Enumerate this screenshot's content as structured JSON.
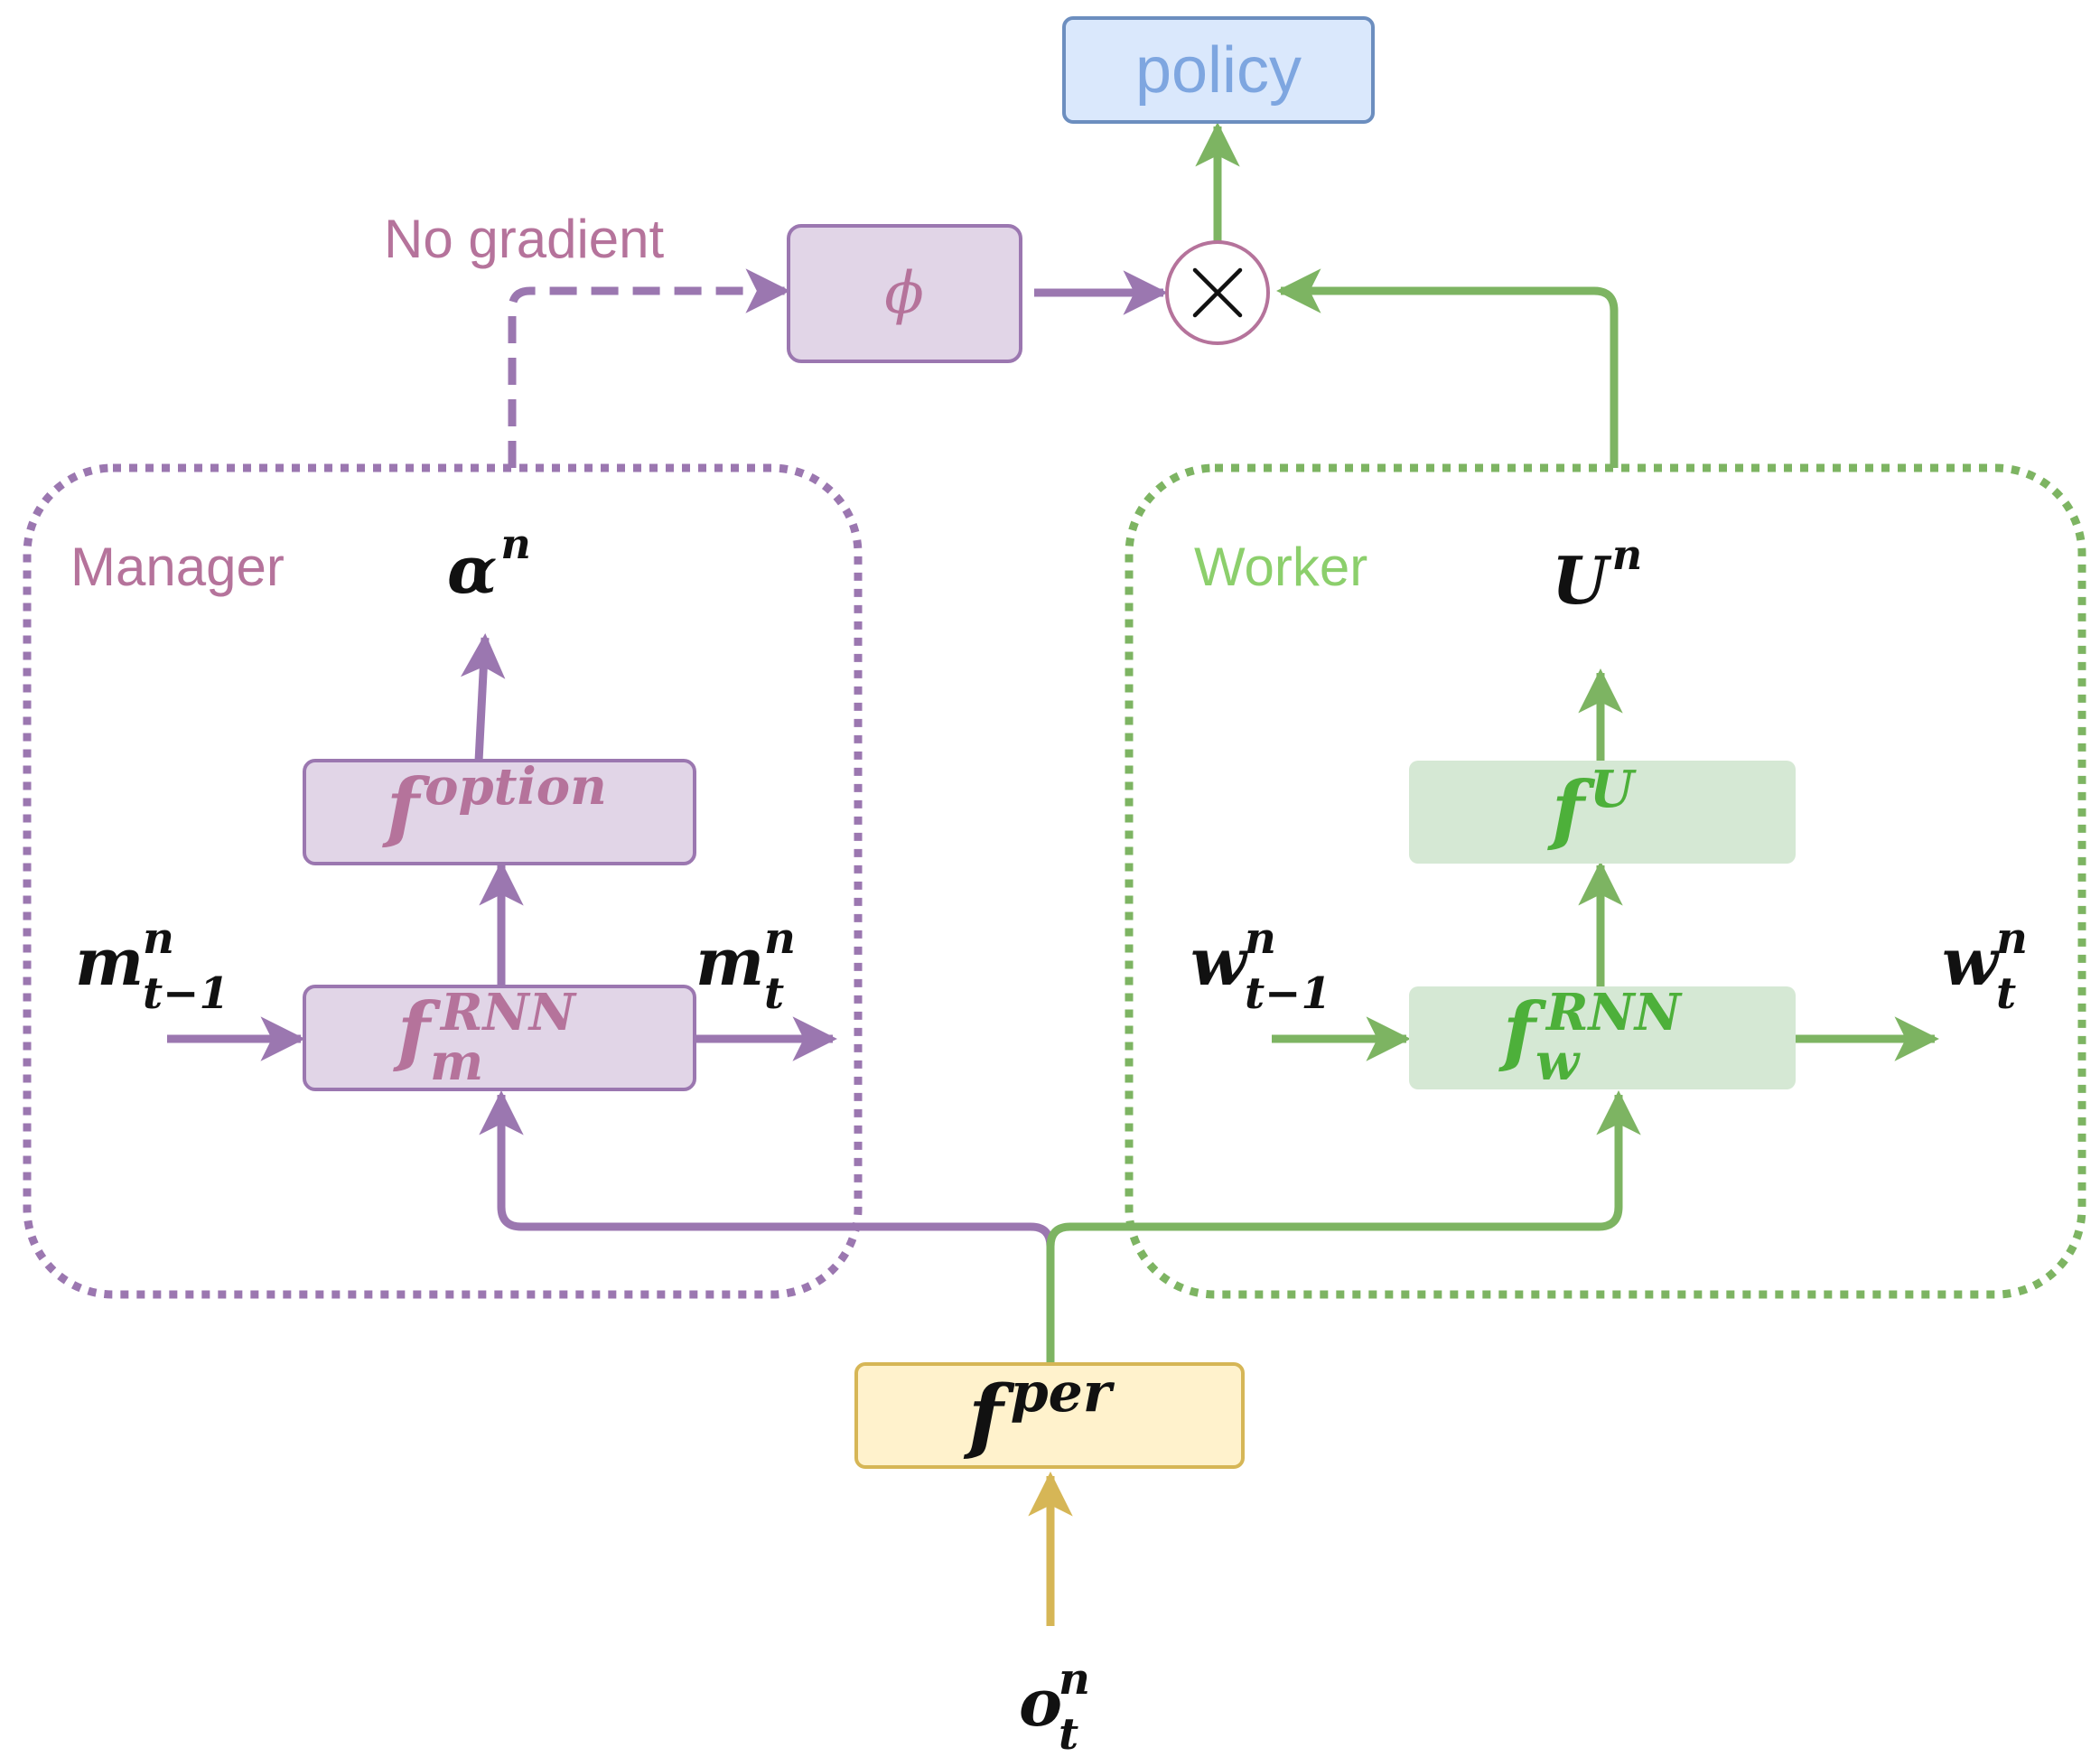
{
  "colors": {
    "manager": "#9b77b0",
    "manager_text": "#b5739b",
    "manager_fill": "#e1d5e7",
    "worker": "#7db462",
    "worker_text": "#8ccf6c",
    "worker_fill": "#d5e8d4",
    "worker_label": "#4db03a",
    "perception": "#d6b656",
    "perception_fill": "#fff2cc",
    "policy": "#6c8ebf",
    "policy_fill": "#dae8fc",
    "policy_text": "#7ea6e0",
    "text": "#111111"
  },
  "policy": {
    "label": "policy"
  },
  "phi": {
    "label": "ϕ"
  },
  "multiply": {
    "icon": "cross-icon",
    "symbol": "×"
  },
  "no_gradient": {
    "label": "No gradient"
  },
  "manager": {
    "title": "Manager",
    "output": {
      "base": "α",
      "sup": "n"
    },
    "option_box": {
      "base": "f",
      "sup": "option"
    },
    "rnn_box": {
      "base": "f",
      "sup": "RNN",
      "sub": "m"
    },
    "input_state": {
      "base": "m",
      "sup": "n",
      "sub": "t−1"
    },
    "output_state": {
      "base": "m",
      "sup": "n",
      "sub": "t"
    }
  },
  "worker": {
    "title": "Worker",
    "output": {
      "base": "U",
      "sup": "n"
    },
    "u_box": {
      "base": "f",
      "sup": "U"
    },
    "rnn_box": {
      "base": "f",
      "sup": "RNN",
      "sub": "w"
    },
    "input_state": {
      "base": "w",
      "sup": "n",
      "sub": "t−1"
    },
    "output_state": {
      "base": "w",
      "sup": "n",
      "sub": "t"
    }
  },
  "perception": {
    "base": "f",
    "sup": "per"
  },
  "observation": {
    "base": "o",
    "sup": "n",
    "sub": "t"
  }
}
